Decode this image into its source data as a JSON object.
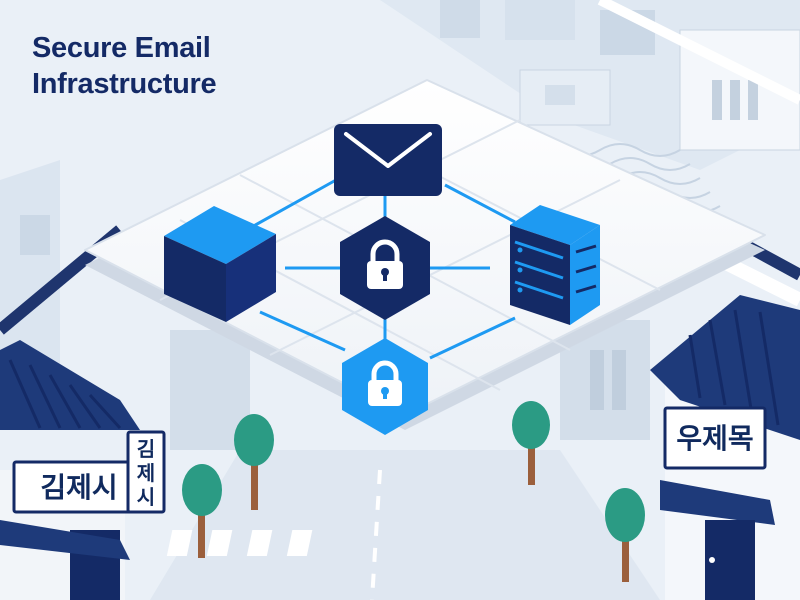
{
  "title": {
    "line1": "Secure Email",
    "line2": "Infrastructure"
  },
  "signs": {
    "left_board": "김제시",
    "left_vertical": [
      "김",
      "제",
      "시"
    ],
    "right_board": "우제목"
  },
  "colors": {
    "navy": "#142a66",
    "accent_blue": "#1e9af2",
    "background": "#eef3f9",
    "platform": "#f8fafc"
  },
  "icons": [
    "envelope-icon",
    "cube-icon",
    "lock-icon",
    "server-icon",
    "lock-icon"
  ]
}
